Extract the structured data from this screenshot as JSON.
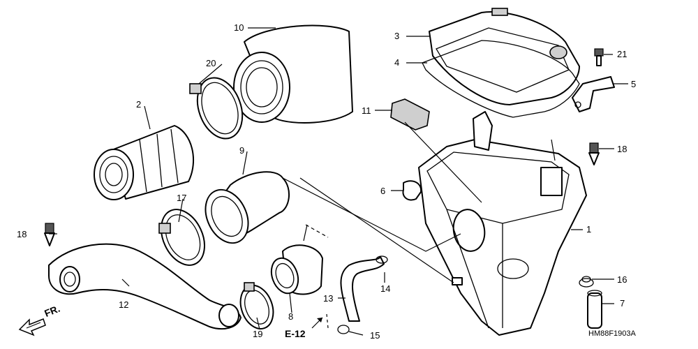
{
  "diagram": {
    "drawing_code": "HM88F1903A",
    "direction_label": "FR.",
    "reference_label": "E-12",
    "callouts": {
      "c1": "1",
      "c2": "2",
      "c3": "3",
      "c4": "4",
      "c5": "5",
      "c6": "6",
      "c7": "7",
      "c8": "8",
      "c9": "9",
      "c10": "10",
      "c11": "11",
      "c12": "12",
      "c13": "13",
      "c14": "14",
      "c15": "15",
      "c16": "16",
      "c17": "17",
      "c18a": "18",
      "c18b": "18",
      "c19": "19",
      "c20": "20",
      "c21": "21"
    }
  }
}
